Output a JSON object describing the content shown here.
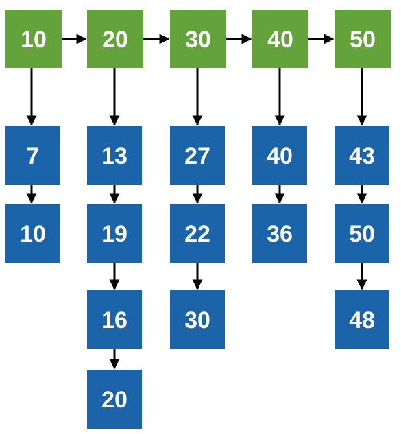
{
  "colors": {
    "head": "#64a33c",
    "child": "#1c64aa",
    "arrow": "#000000",
    "text": "#ffffff"
  },
  "columns": [
    {
      "head": "10",
      "children": [
        "7",
        "10"
      ]
    },
    {
      "head": "20",
      "children": [
        "13",
        "19",
        "16",
        "20"
      ]
    },
    {
      "head": "30",
      "children": [
        "27",
        "22",
        "30"
      ]
    },
    {
      "head": "40",
      "children": [
        "40",
        "36"
      ]
    },
    {
      "head": "50",
      "children": [
        "43",
        "50",
        "48"
      ]
    }
  ]
}
